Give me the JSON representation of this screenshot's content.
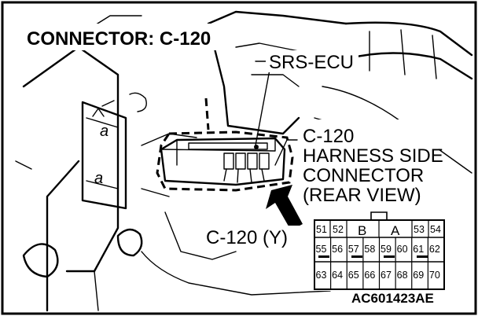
{
  "diagram": {
    "title": "CONNECTOR: C-120",
    "labels": {
      "srs_ecu": "SRS-ECU",
      "callout_lines": [
        "C-120",
        "HARNESS SIDE",
        "CONNECTOR",
        "(REAR VIEW)"
      ],
      "connector_id": "C-120 (Y)",
      "figure_code": "AC601423AE"
    },
    "panel_marks": [
      "a",
      "a"
    ],
    "connector_pins": {
      "row1_left": [
        "51",
        "52"
      ],
      "row1_letters": [
        "B",
        "A"
      ],
      "row1_right": [
        "53",
        "54"
      ],
      "row2": [
        "55",
        "56",
        "57",
        "58",
        "59",
        "60",
        "61",
        "62"
      ],
      "row3": [
        "63",
        "64",
        "65",
        "66",
        "67",
        "68",
        "69",
        "70"
      ]
    }
  }
}
